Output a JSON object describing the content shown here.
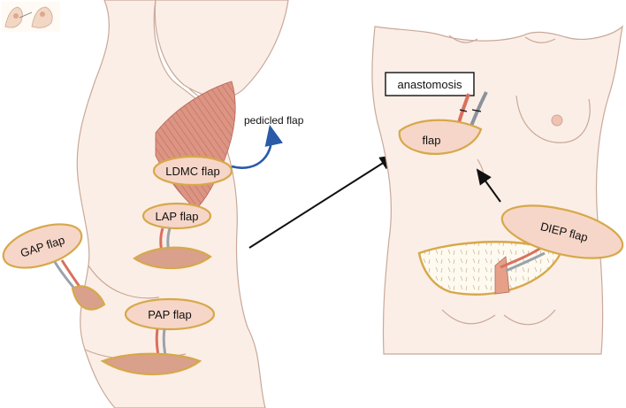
{
  "labels": {
    "pedicled_flap": "pedicled flap",
    "ldmc_flap": "LDMC flap",
    "lap_flap": "LAP flap",
    "gap_flap": "GAP flap",
    "pap_flap": "PAP flap",
    "anastomosis": "anastomosis",
    "flap": "flap",
    "diep_flap": "DIEP flap"
  },
  "colors": {
    "skin": "#fbeee6",
    "skin_outline": "#c9a99a",
    "flap_fill": "#f6d6c8",
    "flap_rim": "#d7a84a",
    "muscle": "#d98e7e",
    "vessel_artery": "#d9705f",
    "vessel_vein": "#9aa3ab",
    "pedicle_arrow": "#2a5aa8",
    "arrow": "#111111"
  },
  "icons": {
    "logo": "anatomy-thumbnail-icon"
  }
}
